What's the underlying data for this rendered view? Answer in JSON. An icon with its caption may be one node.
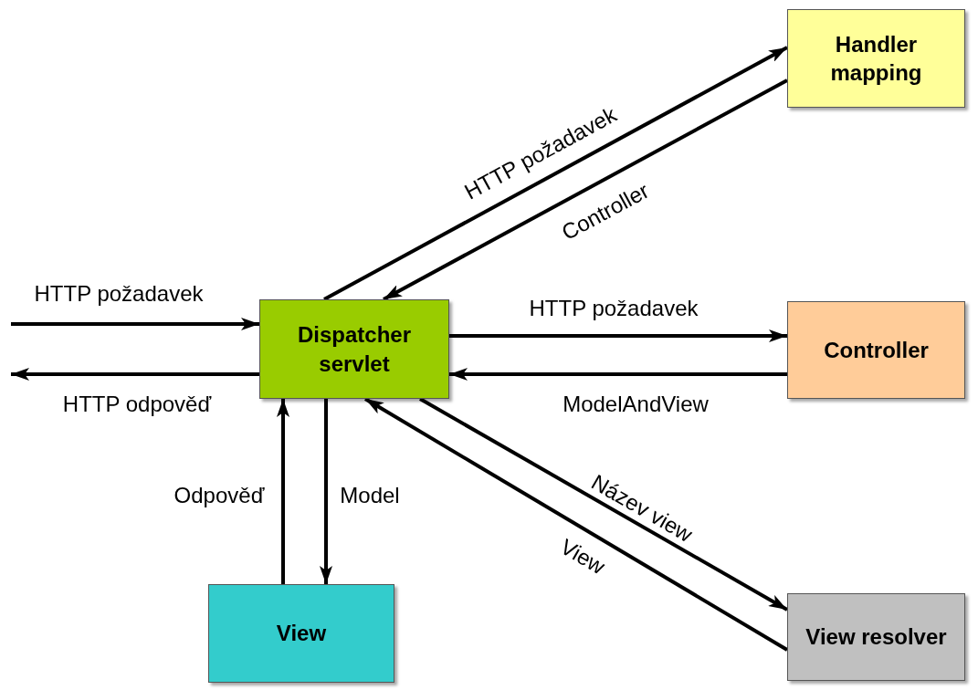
{
  "diagram": {
    "nodes": [
      {
        "text": [
          "Dispatcher servlet"
        ]
      },
      {
        "text": [
          "Handler mapping"
        ]
      },
      {
        "text": [
          "Controller"
        ]
      },
      {
        "text": [
          "View resolver"
        ]
      },
      {
        "text": [
          "View"
        ]
      }
    ],
    "edges": [
      {
        "from": null,
        "to": 0,
        "arrow": "to",
        "label": "HTTP požadavek"
      },
      {
        "from": 0,
        "to": null,
        "arrow": "to",
        "label": "HTTP odpověď"
      },
      {
        "from": 0,
        "to": 1,
        "arrow": "to",
        "label": "HTTP požadavek"
      },
      {
        "from": 1,
        "to": 0,
        "arrow": "to",
        "label": "Controller"
      },
      {
        "from": 0,
        "to": 2,
        "arrow": "to",
        "label": "HTTP požadavek"
      },
      {
        "from": 2,
        "to": 0,
        "arrow": "to",
        "label": "ModelAndView"
      },
      {
        "from": 0,
        "to": 3,
        "arrow": "to",
        "label": "Název view"
      },
      {
        "from": 3,
        "to": 0,
        "arrow": "to",
        "label": "View"
      },
      {
        "from": 4,
        "to": 0,
        "arrow": "to",
        "label": "Odpověď"
      },
      {
        "from": 0,
        "to": 4,
        "arrow": "to",
        "label": "Model"
      }
    ]
  }
}
